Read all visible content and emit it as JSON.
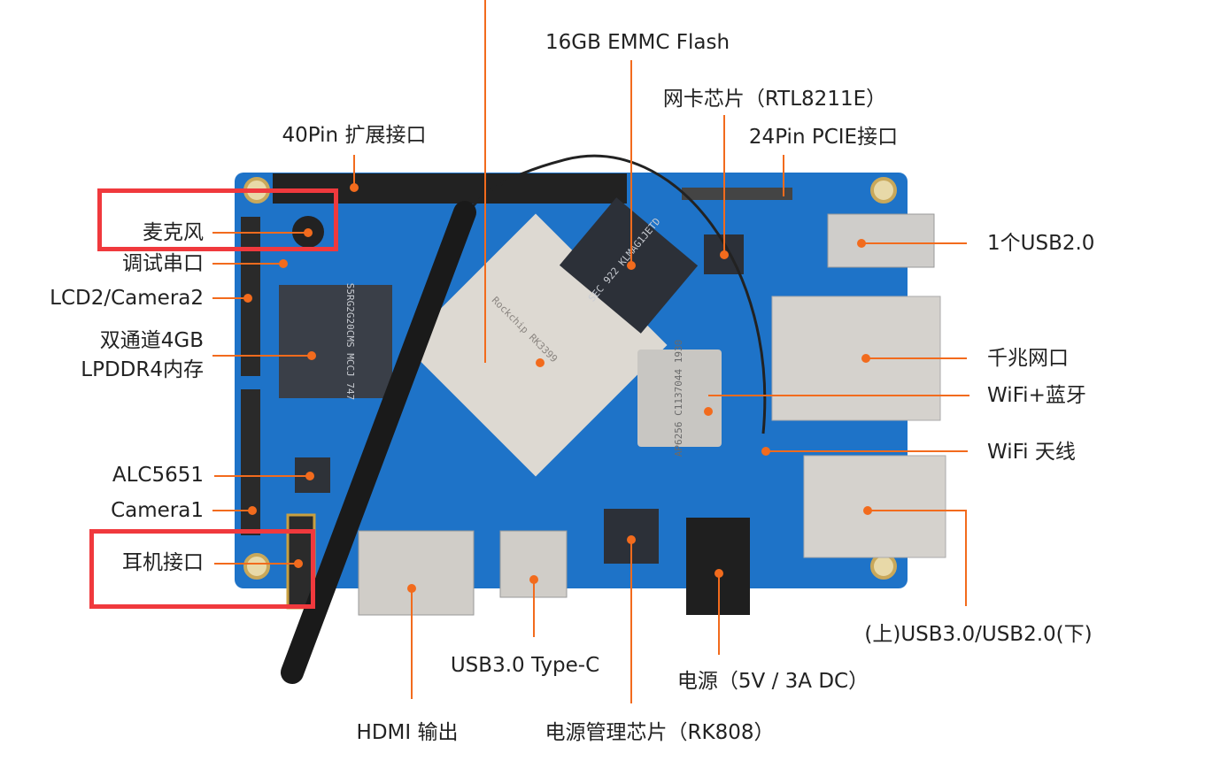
{
  "colors": {
    "leader": "#f26b1d",
    "board": "#1e73c8",
    "highlight_box": "#f0393d"
  },
  "callouts": {
    "emmc": "16GB EMMC Flash",
    "nic": "网卡芯片（RTL8211E）",
    "pcie": "24Pin PCIE接口",
    "gpio": "40Pin 扩展接口",
    "mic": "麦克风",
    "debug": "调试串口",
    "lcd2": "LCD2/Camera2",
    "ram1": "双通道4GB",
    "ram2": "LPDDR4内存",
    "alc": "ALC5651",
    "cam1": "Camera1",
    "headphone": "耳机接口",
    "usb2": "1个USB2.0",
    "eth": "千兆网口",
    "wifibt": "WiFi+蓝牙",
    "antenna": "WiFi 天线",
    "usb3": "(上)USB3.0/USB2.0(下)",
    "typec": "USB3.0 Type-C",
    "hdmi": "HDMI 输出",
    "pmic": "电源管理芯片（RK808）",
    "power": "电源（5V / 3A DC）"
  },
  "chip_markings": {
    "soc": "Rockchip RK3399",
    "ram": "S5RG2G20CMS MCCJ 747",
    "emmc": "SEC 922 KLMAG1JETD",
    "wifi": "AP6256 C1137044 1930"
  }
}
